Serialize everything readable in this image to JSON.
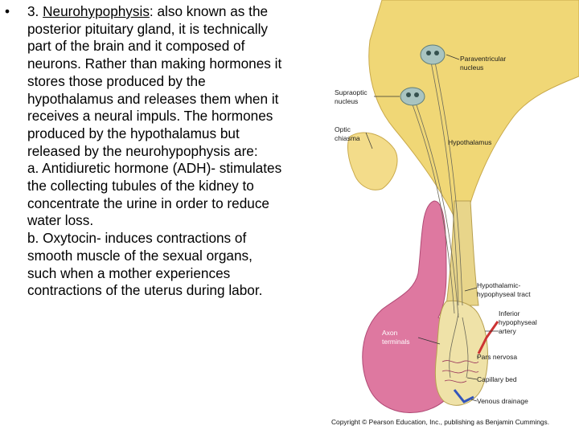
{
  "slide": {
    "bullet": "•",
    "intro_prefix": "3. ",
    "term": "Neurohypophysis",
    "intro_rest": ": also known as the posterior pituitary gland, it is technically part of the brain and it composed of neurons.  Rather than making hormones it stores those produced by the hypothalamus and releases them when it receives a neural impuls. The hormones produced by the hypothalamus but released by the neurohypophysis are:",
    "item_a": "a. Antidiuretic hormone (ADH)- stimulates the collecting tubules of the kidney to concentrate the urine in order to reduce water loss.",
    "item_b": "b. Oxytocin- induces contractions of smooth muscle of the sexual organs, such when a mother experiences contractions of the uterus during labor."
  },
  "figure": {
    "labels": {
      "paraventricular_1": "Paraventricular",
      "paraventricular_2": "nucleus",
      "supraoptic_1": "Supraoptic",
      "supraoptic_2": "nucleus",
      "optic_1": "Optic",
      "optic_2": "chiasma",
      "hypothalamus": "Hypothalamus",
      "hht_1": "Hypothalamic-",
      "hht_2": "hypophyseal tract",
      "iha_1": "Inferior",
      "iha_2": "hypophyseal",
      "iha_3": "artery",
      "axon_1": "Axon",
      "axon_2": "terminals",
      "pars_nervosa": "Pars nervosa",
      "capillary_bed": "Capillary bed",
      "venous_drainage": "Venous drainage"
    },
    "copyright": "Copyright © Pearson Education, Inc., publishing as Benjamin Cummings."
  },
  "colors": {
    "hypothalamus": "#f0d776",
    "pituitary_anterior": "#de78a0",
    "stalk": "#d3cf9c",
    "nucleus": "#a9c4c0",
    "artery": "#cc3333",
    "vein": "#3355bb"
  }
}
